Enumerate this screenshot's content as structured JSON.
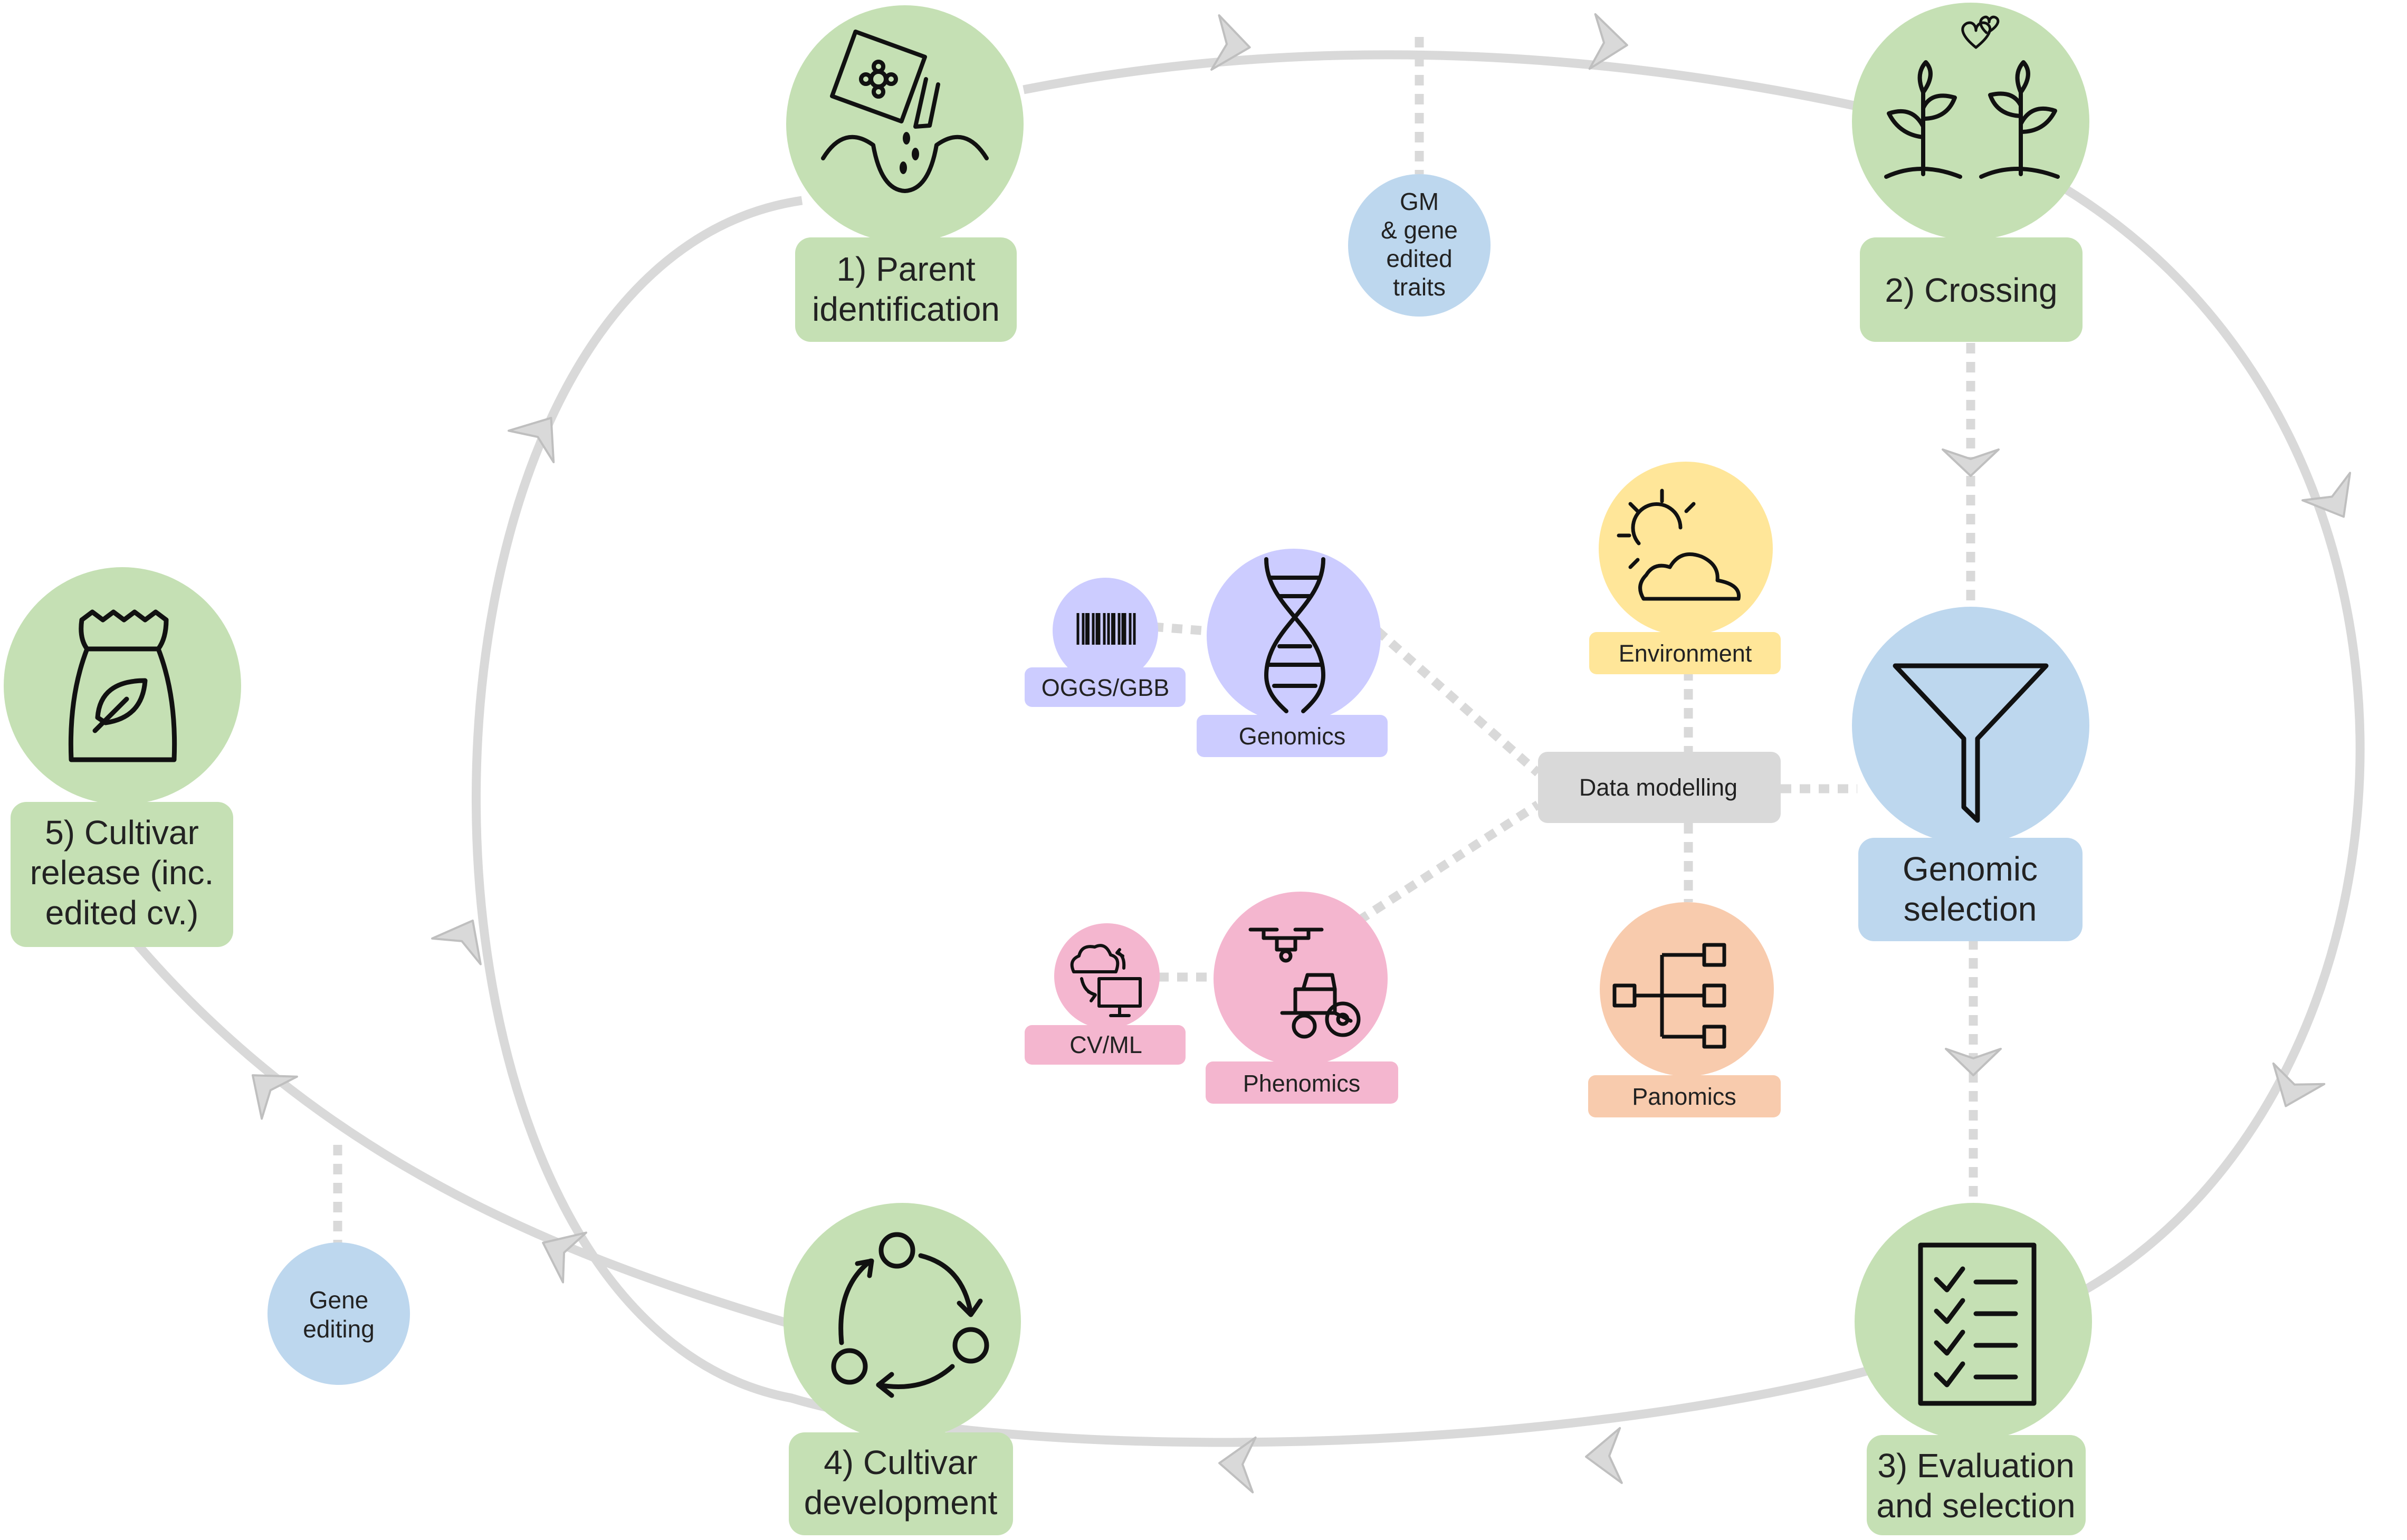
{
  "stages": {
    "parent": {
      "line1": "1) Parent",
      "line2": "identification"
    },
    "crossing": {
      "line1": "2) Crossing"
    },
    "evaluation": {
      "line1": "3) Evaluation",
      "line2": "and selection"
    },
    "development": {
      "line1": "4) Cultivar",
      "line2": "development"
    },
    "release": {
      "line1": "5) Cultivar",
      "line2": "release (inc.",
      "line3": "edited cv.)"
    }
  },
  "tools": {
    "gm_traits": {
      "line1": "GM",
      "line2": "& gene",
      "line3": "edited",
      "line4": "traits"
    },
    "gene_editing": {
      "line1": "Gene",
      "line2": "editing"
    },
    "genomic_selection": {
      "line1": "Genomic",
      "line2": "selection"
    },
    "genomics": {
      "label": "Genomics"
    },
    "oggs": {
      "label": "OGGS/GBB"
    },
    "phenomics": {
      "label": "Phenomics"
    },
    "cvml": {
      "label": "CV/ML"
    },
    "environment": {
      "label": "Environment"
    },
    "panomics": {
      "label": "Panomics"
    },
    "data_modelling": {
      "label": "Data modelling"
    }
  },
  "colors": {
    "stage_green": "#c5e0b4",
    "selection_blue": "#bdd7ee",
    "genomics_purple": "#ccccff",
    "phenomics_pink": "#f4b6cf",
    "environment_yellow": "#ffe699",
    "panomics_orange": "#f8cbad",
    "modelling_gray": "#d9d9d9",
    "cycle_line": "#d9d9d9"
  },
  "icons": {
    "parent": "seed-packet-icon",
    "crossing": "plants-crossing-icon",
    "selection": "funnel-icon",
    "evaluation": "checklist-icon",
    "development": "cycle-arrows-icon",
    "release": "seed-bag-icon",
    "genomics": "dna-icon",
    "oggs": "barcode-icon",
    "phenomics": "drone-tractor-icon",
    "cvml": "cloud-computer-icon",
    "environment": "sun-cloud-icon",
    "panomics": "tree-graph-icon"
  }
}
